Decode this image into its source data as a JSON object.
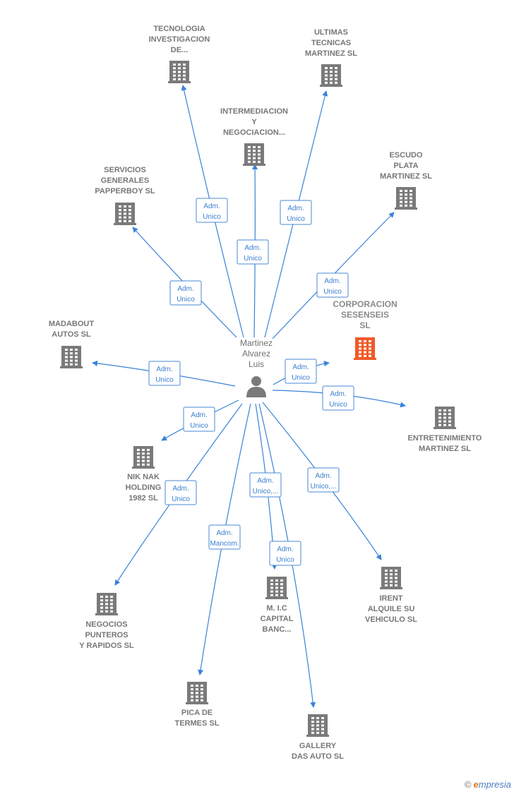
{
  "colors": {
    "edge": "#3a82d8",
    "building": "#7a7a7a",
    "building_main": "#f05a28",
    "person": "#7a7a7a"
  },
  "person": {
    "lines": [
      "Martinez",
      "Alvarez",
      "Luis"
    ],
    "icon": "person-icon"
  },
  "companies": [
    {
      "id": "tecnologia",
      "lines": [
        "TECNOLOGIA",
        "INVESTIGACION",
        "DE..."
      ],
      "icon": "building-icon"
    },
    {
      "id": "ultimas",
      "lines": [
        "ULTIMAS",
        "TECNICAS",
        "MARTINEZ SL"
      ],
      "icon": "building-icon"
    },
    {
      "id": "intermediacion",
      "lines": [
        "INTERMEDIACION",
        "Y",
        "NEGOCIACION..."
      ],
      "icon": "building-icon"
    },
    {
      "id": "escudo",
      "lines": [
        "ESCUDO",
        "PLATA",
        "MARTINEZ SL"
      ],
      "icon": "building-icon"
    },
    {
      "id": "servicios",
      "lines": [
        "SERVICIOS",
        "GENERALES",
        "PAPPERBOY SL"
      ],
      "icon": "building-icon"
    },
    {
      "id": "corporacion",
      "lines": [
        "CORPORACION",
        "SESENSEIS",
        "SL"
      ],
      "icon": "building-icon",
      "main": true
    },
    {
      "id": "madabout",
      "lines": [
        "MADABOUT",
        "AUTOS SL"
      ],
      "icon": "building-icon"
    },
    {
      "id": "entretenimiento",
      "lines": [
        "ENTRETENIMIENTO",
        "MARTINEZ SL"
      ],
      "icon": "building-icon"
    },
    {
      "id": "niknak",
      "lines": [
        "NIK NAK",
        "HOLDING",
        "1982  SL"
      ],
      "icon": "building-icon"
    },
    {
      "id": "negocios",
      "lines": [
        "NEGOCIOS",
        "PUNTEROS",
        "Y RAPIDOS  SL"
      ],
      "icon": "building-icon"
    },
    {
      "id": "mic",
      "lines": [
        "M. I.C",
        "CAPITAL",
        "BANC..."
      ],
      "icon": "building-icon"
    },
    {
      "id": "irent",
      "lines": [
        "IRENT",
        "ALQUILE SU",
        "VEHICULO  SL"
      ],
      "icon": "building-icon"
    },
    {
      "id": "pica",
      "lines": [
        "PICA DE",
        "TERMES  SL"
      ],
      "icon": "building-icon"
    },
    {
      "id": "gallery",
      "lines": [
        "GALLERY",
        "DAS AUTO  SL"
      ],
      "icon": "building-icon"
    }
  ],
  "edges": [
    {
      "to": "tecnologia",
      "lines": [
        "Adm.",
        "Unico"
      ]
    },
    {
      "to": "intermediacion",
      "lines": [
        "Adm.",
        "Unico"
      ]
    },
    {
      "to": "ultimas",
      "lines": [
        "Adm.",
        "Unico"
      ]
    },
    {
      "to": "escudo",
      "lines": [
        "Adm.",
        "Unico"
      ]
    },
    {
      "to": "servicios",
      "lines": [
        "Adm.",
        "Unico"
      ]
    },
    {
      "to": "corporacion",
      "lines": [
        "Adm.",
        "Unico"
      ]
    },
    {
      "to": "madabout",
      "lines": [
        "Adm.",
        "Unico"
      ]
    },
    {
      "to": "entretenimiento",
      "lines": [
        "Adm.",
        "Unico"
      ]
    },
    {
      "to": "niknak",
      "lines": [
        "Adm.",
        "Unico"
      ]
    },
    {
      "to": "negocios",
      "lines": [
        "Adm.",
        "Unico"
      ]
    },
    {
      "to": "pica",
      "lines": [
        "Adm.",
        "Mancom."
      ]
    },
    {
      "to": "mic",
      "lines": [
        "Adm.",
        "Unico,..."
      ]
    },
    {
      "to": "gallery",
      "lines": [
        "Adm.",
        "Unico"
      ]
    },
    {
      "to": "irent",
      "lines": [
        "Adm.",
        "Unico,..."
      ]
    }
  ],
  "watermark": {
    "copyright": "©",
    "brand_initial": "e",
    "brand_rest": "mpresia"
  }
}
